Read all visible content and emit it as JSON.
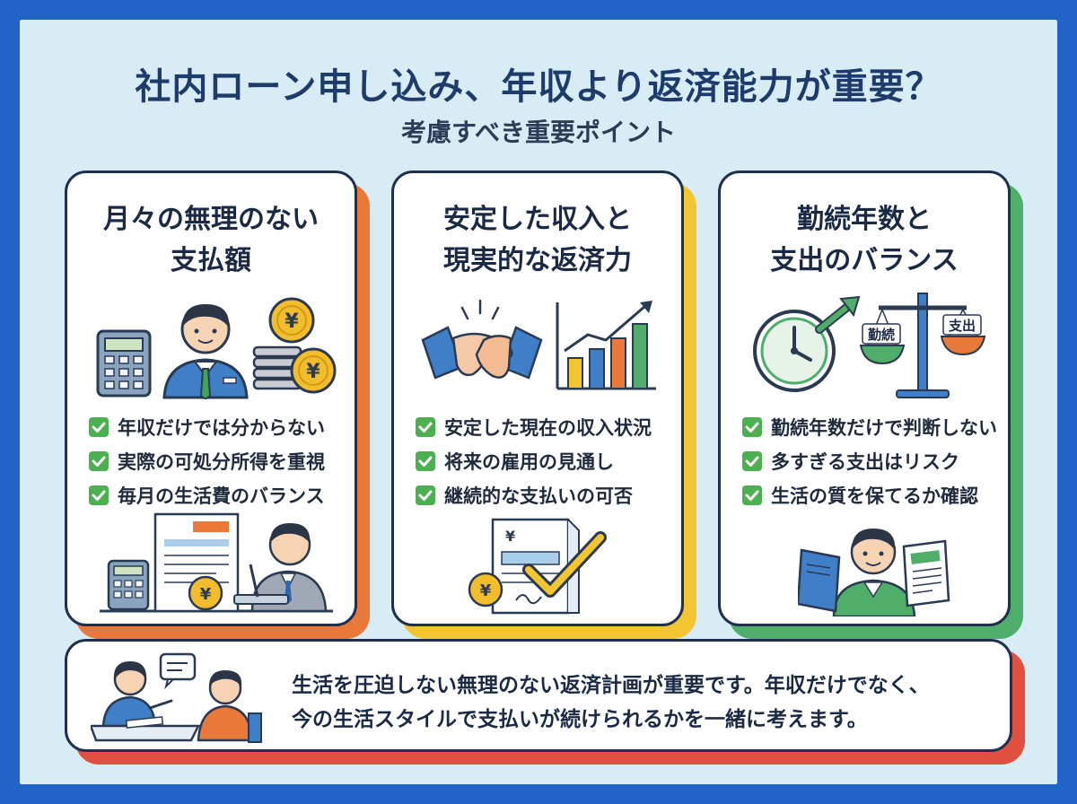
{
  "header": {
    "title": "社内ローン申し込み、年収より返済能力が重要？",
    "subtitle": "考慮すべき重要ポイント"
  },
  "cards": [
    {
      "title_line1": "月々の無理のない",
      "title_line2": "支払額",
      "accent": "#e8793a",
      "items": [
        "年収だけでは分からない",
        "実際の可処分所得を重視",
        "毎月の生活費のバランス"
      ]
    },
    {
      "title_line1": "安定した収入と",
      "title_line2": "現実的な返済力",
      "accent": "#f3c531",
      "items": [
        "安定した現在の収入状況",
        "将来の雇用の見通し",
        "継続的な支払いの可否"
      ]
    },
    {
      "title_line1": "勤続年数と",
      "title_line2": "支出のバランス",
      "accent": "#4eae6a",
      "items": [
        "勤続年数だけで判断しない",
        "多すぎる支出はリスク",
        "生活の質を保てるか確認"
      ],
      "scale_left": "勤続",
      "scale_right": "支出"
    }
  ],
  "bottom": {
    "line1": "生活を圧迫しない無理のない返済計画が重要です。年収だけでなく、",
    "line2": "今の生活スタイルで支払いが続けられるかを一緒に考えます。",
    "accent": "#e05040"
  },
  "icons": {
    "yen": "¥"
  },
  "colors": {
    "frame": "#1f64c6",
    "background": "#d8ecf6",
    "check": "#4caf50"
  }
}
